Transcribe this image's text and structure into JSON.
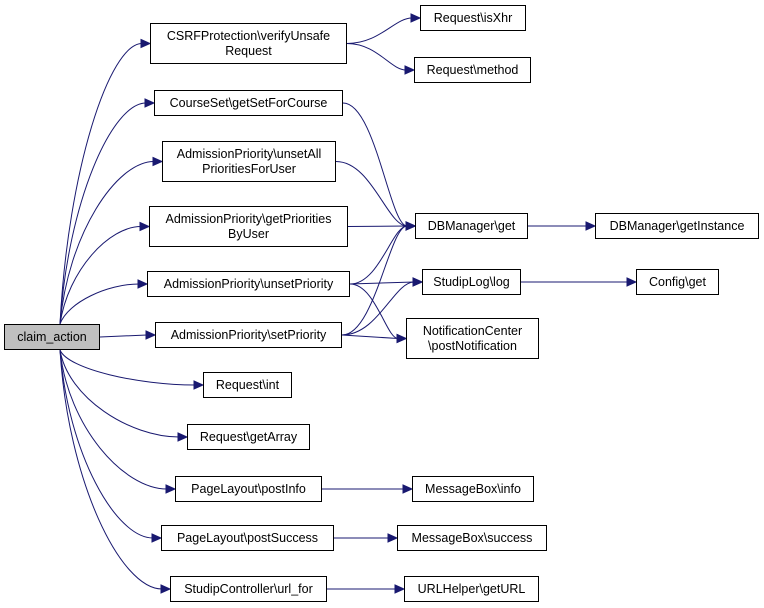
{
  "root": {
    "label": "claim_action"
  },
  "nodes": {
    "csrf": "CSRFProtection\\verifyUnsafe\nRequest",
    "isxhr": "Request\\isXhr",
    "method": "Request\\method",
    "courseset": "CourseSet\\getSetForCourse",
    "unsetall": "AdmissionPriority\\unsetAll\nPrioritiesForUser",
    "getprio": "AdmissionPriority\\getPriorities\nByUser",
    "dbget": "DBManager\\get",
    "dbinst": "DBManager\\getInstance",
    "unsetprio": "AdmissionPriority\\unsetPriority",
    "studiplog": "StudipLog\\log",
    "configget": "Config\\get",
    "setprio": "AdmissionPriority\\setPriority",
    "notif": "NotificationCenter\n\\postNotification",
    "reqint": "Request\\int",
    "reqarr": "Request\\getArray",
    "postinfo": "PageLayout\\postInfo",
    "mbinfo": "MessageBox\\info",
    "postsuccess": "PageLayout\\postSuccess",
    "mbsuccess": "MessageBox\\success",
    "urlfor": "StudipController\\url_for",
    "geturl": "URLHelper\\getURL"
  },
  "edges": [
    [
      "root",
      "csrf"
    ],
    [
      "root",
      "courseset"
    ],
    [
      "root",
      "unsetall"
    ],
    [
      "root",
      "getprio"
    ],
    [
      "root",
      "unsetprio"
    ],
    [
      "root",
      "setprio"
    ],
    [
      "root",
      "reqint"
    ],
    [
      "root",
      "reqarr"
    ],
    [
      "root",
      "postinfo"
    ],
    [
      "root",
      "postsuccess"
    ],
    [
      "root",
      "urlfor"
    ],
    [
      "csrf",
      "isxhr"
    ],
    [
      "csrf",
      "method"
    ],
    [
      "courseset",
      "dbget"
    ],
    [
      "unsetall",
      "dbget"
    ],
    [
      "getprio",
      "dbget"
    ],
    [
      "unsetprio",
      "dbget"
    ],
    [
      "unsetprio",
      "studiplog"
    ],
    [
      "unsetprio",
      "notif"
    ],
    [
      "setprio",
      "dbget"
    ],
    [
      "setprio",
      "studiplog"
    ],
    [
      "setprio",
      "notif"
    ],
    [
      "dbget",
      "dbinst"
    ],
    [
      "studiplog",
      "configget"
    ],
    [
      "postinfo",
      "mbinfo"
    ],
    [
      "postsuccess",
      "mbsuccess"
    ],
    [
      "urlfor",
      "geturl"
    ]
  ],
  "colors": {
    "edge": "#191970",
    "root_fill": "#bfbfbf",
    "node_fill": "#ffffff",
    "border": "#000000"
  }
}
